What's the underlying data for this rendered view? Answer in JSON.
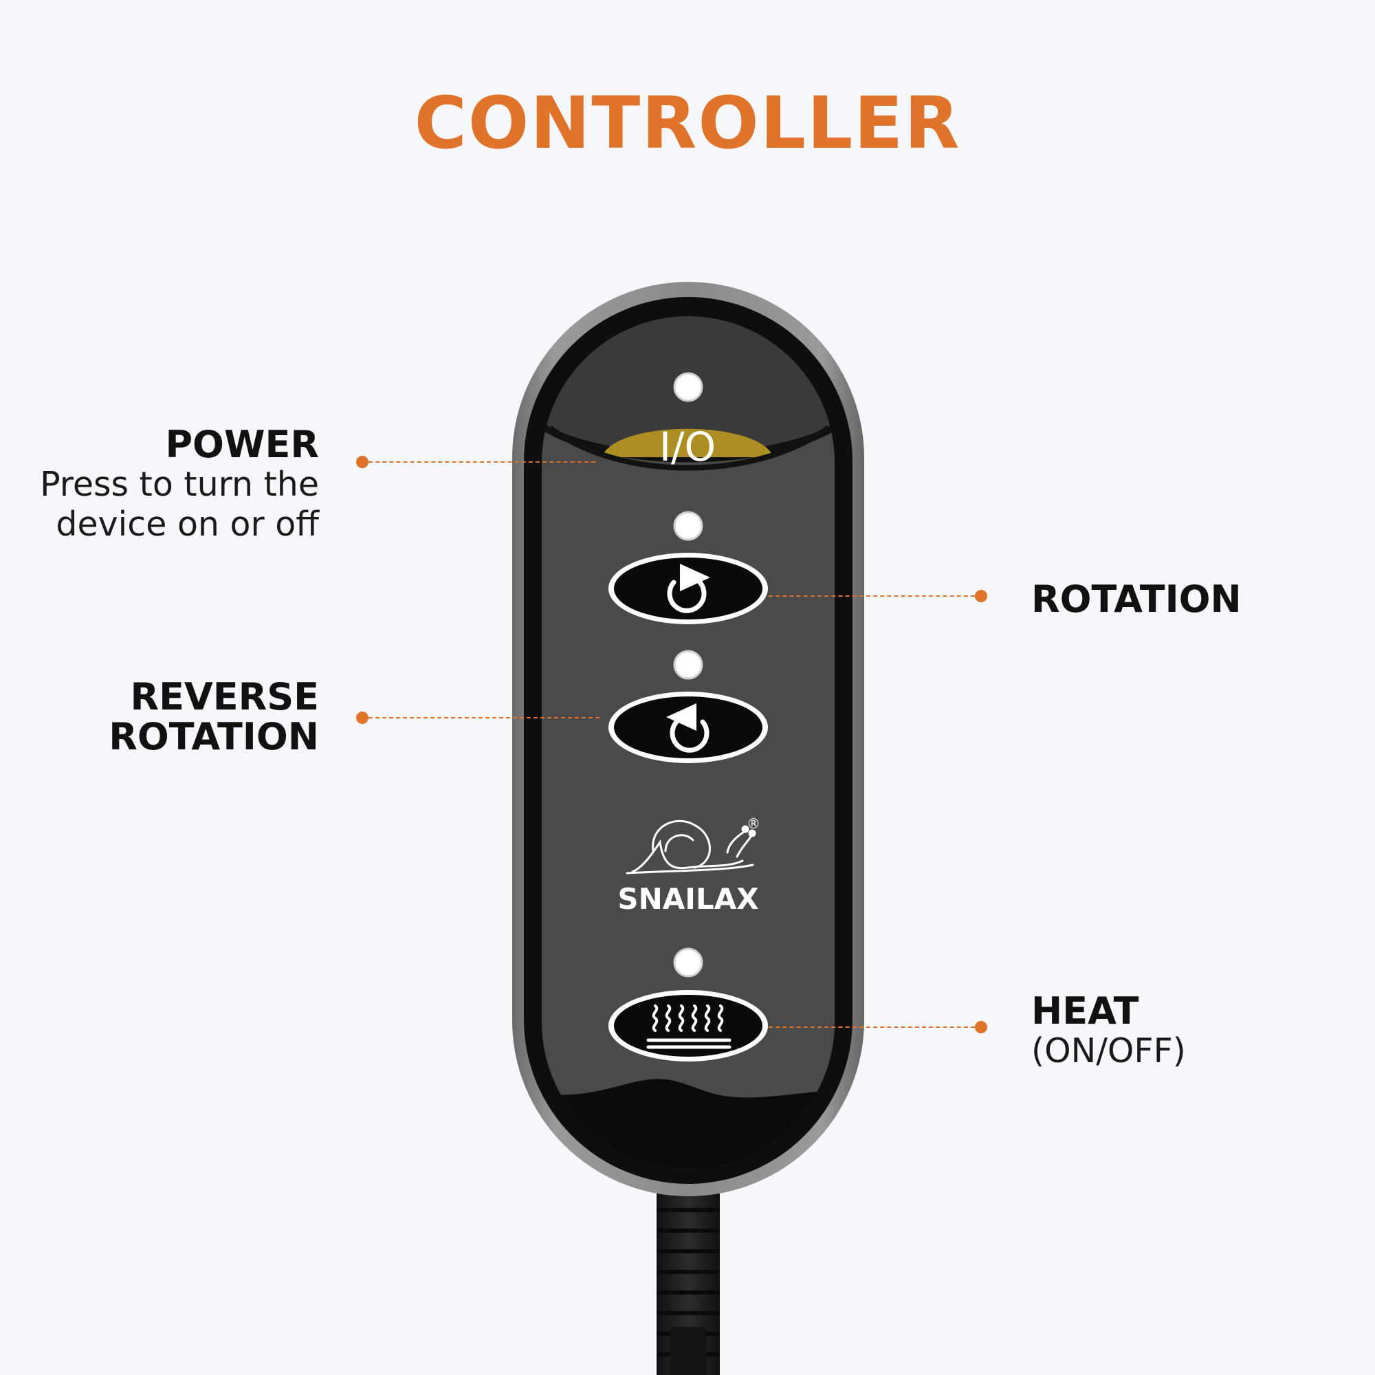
{
  "colors": {
    "accent": "#e0732a"
  },
  "title": "CONTROLLER",
  "labels": {
    "power": {
      "heading": "POWER",
      "desc_line1": "Press to turn the",
      "desc_line2": "device on or off"
    },
    "rotation": {
      "heading": "ROTATION"
    },
    "reverse": {
      "heading_line1": "REVERSE",
      "heading_line2": "ROTATION"
    },
    "heat": {
      "heading": "HEAT",
      "sub": "(ON/OFF)"
    }
  },
  "device": {
    "power_button_text": "I/O",
    "brand": "SNAILAX",
    "registered_mark": "®",
    "icons": {
      "power": "power-io-icon",
      "rotation": "rotate-clockwise-icon",
      "reverse": "rotate-counterclockwise-icon",
      "heat": "heat-waves-icon"
    }
  }
}
